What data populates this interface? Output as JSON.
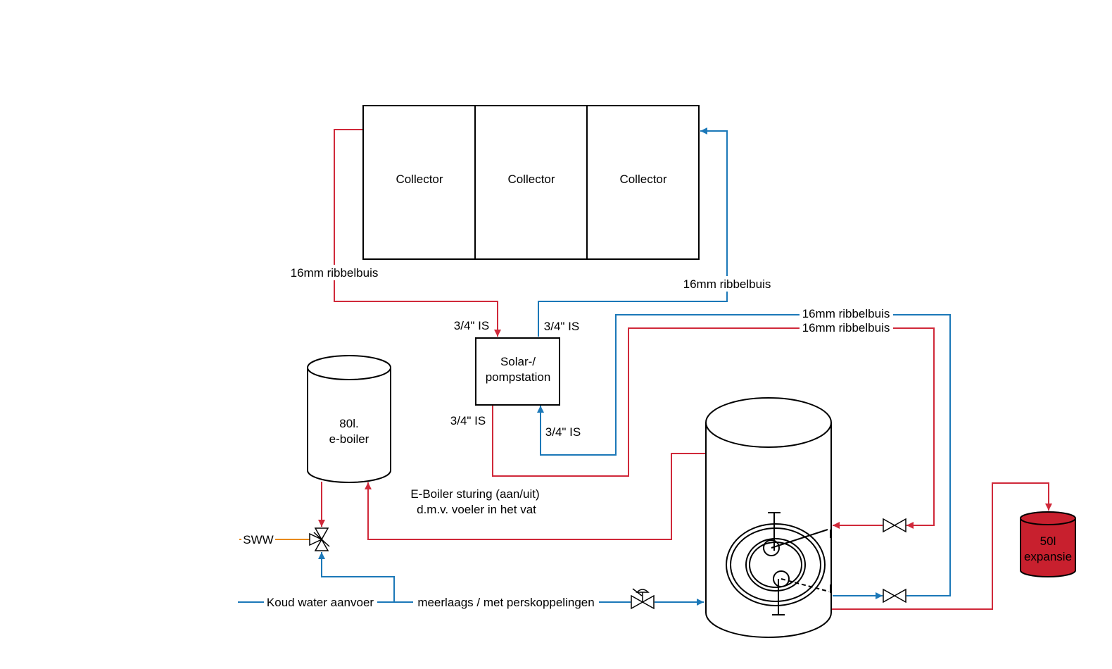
{
  "colors": {
    "hot": "#d0293a",
    "cold": "#1b78b8",
    "sww": "#e8890c",
    "line": "#000000",
    "expansion_fill": "#c8202e"
  },
  "collectors": [
    "Collector",
    "Collector",
    "Collector"
  ],
  "pump_station": {
    "line1": "Solar-/",
    "line2": "pompstation"
  },
  "eboiler": {
    "line1": "80l.",
    "line2": "e-boiler"
  },
  "expansion": {
    "line1": "50l",
    "line2": "expansie"
  },
  "pipes": {
    "collector_left": "16mm ribbelbuis",
    "collector_right": "16mm ribbelbuis",
    "tank_cold": "16mm ribbelbuis",
    "tank_hot": "16mm ribbelbuis",
    "is_top_left": "3/4\" IS",
    "is_top_right": "3/4\" IS",
    "is_bottom_left": "3/4\" IS",
    "is_bottom_right": "3/4\" IS"
  },
  "control": {
    "line1": "E-Boiler sturing (aan/uit)",
    "line2": "d.m.v. voeler in het vat"
  },
  "sww_label": "SWW",
  "cold_supply_label": "Koud water aanvoer",
  "multilayer_label": "meerlaags / met perskoppelingen"
}
